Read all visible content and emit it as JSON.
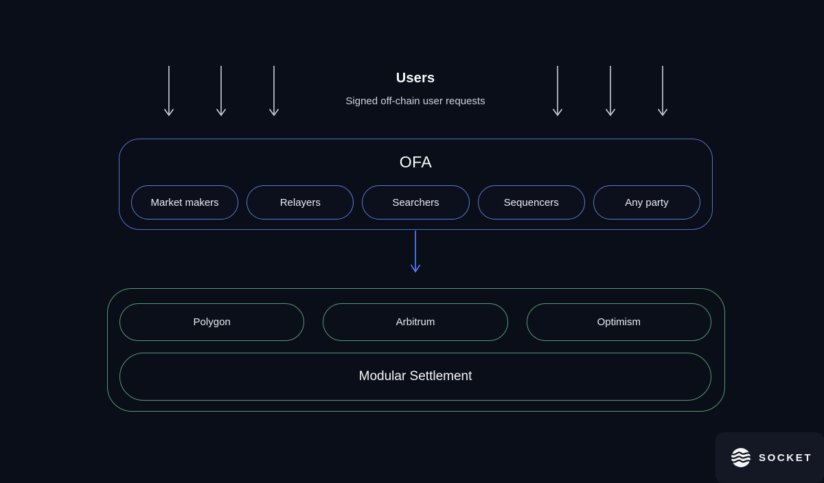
{
  "page": {
    "background_color": "#0a0e18"
  },
  "users_section": {
    "title": "Users",
    "subtitle": "Signed off-chain user requests",
    "arrow_color": "#c9ced8"
  },
  "ofa": {
    "title": "OFA",
    "border_color": "#5473c8",
    "pills": [
      {
        "label": "Market makers"
      },
      {
        "label": "Relayers"
      },
      {
        "label": "Searchers"
      },
      {
        "label": "Sequencers"
      },
      {
        "label": "Any party"
      }
    ]
  },
  "flow": {
    "arrow_color": "#4f7ce8"
  },
  "settlement": {
    "border_color": "#579a74",
    "chains": [
      {
        "label": "Polygon"
      },
      {
        "label": "Arbitrum"
      },
      {
        "label": "Optimism"
      }
    ],
    "modular_label": "Modular Settlement"
  },
  "brand": {
    "name": "SOCKET"
  }
}
